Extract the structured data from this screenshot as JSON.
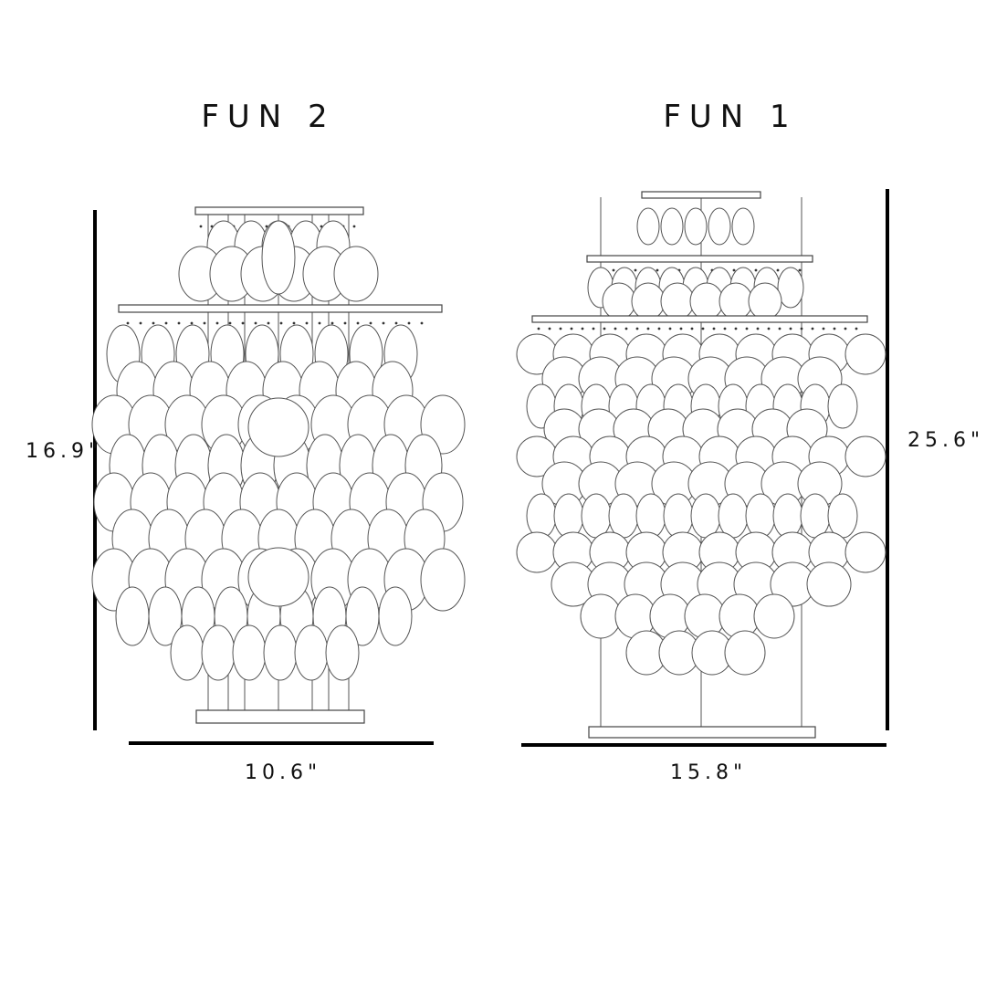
{
  "products": [
    {
      "title": "FUN 2",
      "height": "16.9\"",
      "width": "10.6\""
    },
    {
      "title": "FUN 1",
      "height": "25.6\"",
      "width": "15.8\""
    }
  ],
  "colors": {
    "line": "#000000",
    "outline": "#555555",
    "background": "#ffffff"
  }
}
